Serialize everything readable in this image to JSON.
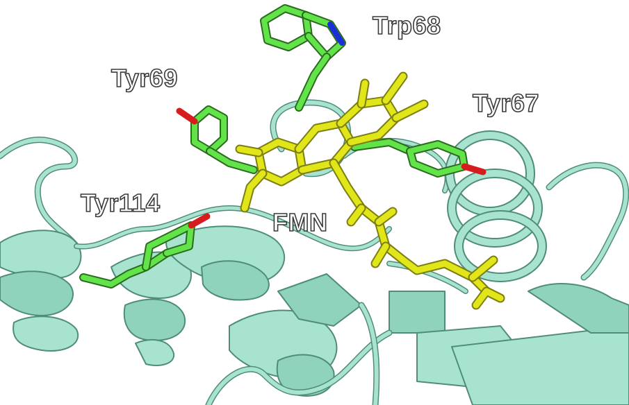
{
  "labels": {
    "trp68": "Trp68",
    "tyr69": "Tyr69",
    "tyr67": "Tyr67",
    "tyr114": "Tyr114",
    "fmn": "FMN"
  },
  "colors": {
    "ribbon_fill": "#a8e3cf",
    "ribbon_edge": "#4f8c7a",
    "ribbon_dark": "#6fb6a0",
    "side_chain_carbon": "#63e34a",
    "fmn_carbon": "#e0e61a",
    "oxygen": "#d51d1d",
    "nitrogen": "#1b2fd8"
  }
}
